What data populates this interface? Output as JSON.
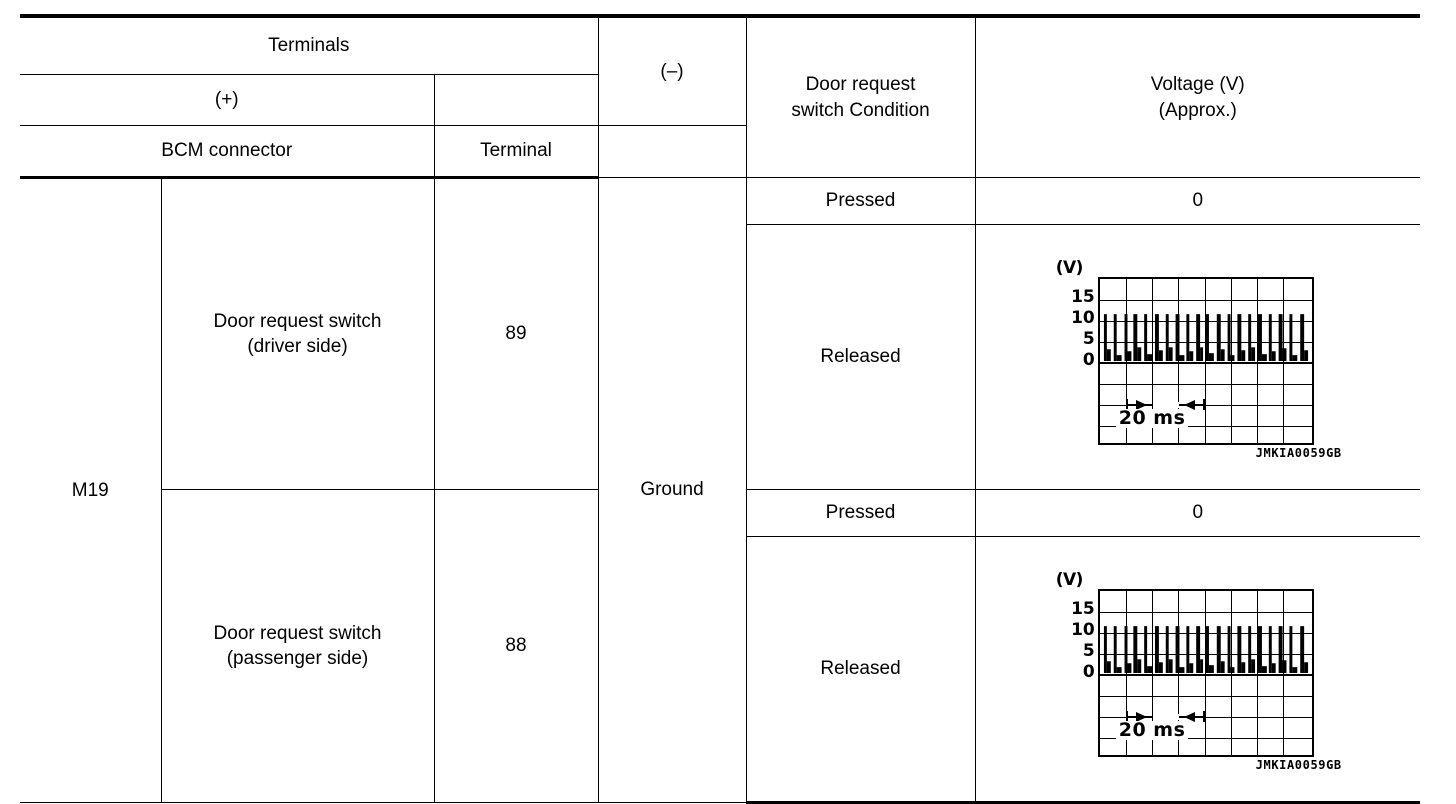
{
  "table": {
    "headers": {
      "terminals": "Terminals",
      "positive": "(+)",
      "negative": "(–)",
      "bcm_connector": "BCM connector",
      "terminal": "Terminal",
      "condition": "Door request\nswitch Condition",
      "voltage": "Voltage (V)\n(Approx.)"
    },
    "connector": "M19",
    "ground": "Ground",
    "rows": [
      {
        "signal": "Door request switch\n(driver side)",
        "terminal": "89",
        "conditions": [
          {
            "condition": "Pressed",
            "value": "0",
            "type": "text"
          },
          {
            "condition": "Released",
            "value": "",
            "type": "waveform"
          }
        ]
      },
      {
        "signal": "Door request switch\n(passenger side)",
        "terminal": "88",
        "conditions": [
          {
            "condition": "Pressed",
            "value": "0",
            "type": "text"
          },
          {
            "condition": "Released",
            "value": "",
            "type": "waveform"
          }
        ]
      }
    ]
  },
  "chart_data": [
    {
      "type": "line",
      "title": "",
      "ylabel": "(V)",
      "ytick_labels": [
        "15",
        "10",
        "5",
        "0"
      ],
      "ytick_values": [
        15,
        10,
        5,
        0
      ],
      "ylim": [
        -20,
        20
      ],
      "xlabel": "20 ms",
      "time_marker": "20 ms",
      "grid": true,
      "grid_columns": 8,
      "grid_rows": 8,
      "figure_id": "JMKIA0059GB",
      "description": "Pulse train, approx. 12 V peaks on a 0 V baseline, period marker spans 20 ms over two grid divisions.",
      "peak_voltage": 12,
      "baseline_voltage": 0,
      "pulse_count": 24
    },
    {
      "type": "line",
      "title": "",
      "ylabel": "(V)",
      "ytick_labels": [
        "15",
        "10",
        "5",
        "0"
      ],
      "ytick_values": [
        15,
        10,
        5,
        0
      ],
      "ylim": [
        -20,
        20
      ],
      "xlabel": "20 ms",
      "time_marker": "20 ms",
      "grid": true,
      "grid_columns": 8,
      "grid_rows": 8,
      "figure_id": "JMKIA0059GB",
      "description": "Pulse train, approx. 12 V peaks on a 0 V baseline, period marker spans 20 ms over two grid divisions.",
      "peak_voltage": 12,
      "baseline_voltage": 0,
      "pulse_count": 24
    }
  ]
}
